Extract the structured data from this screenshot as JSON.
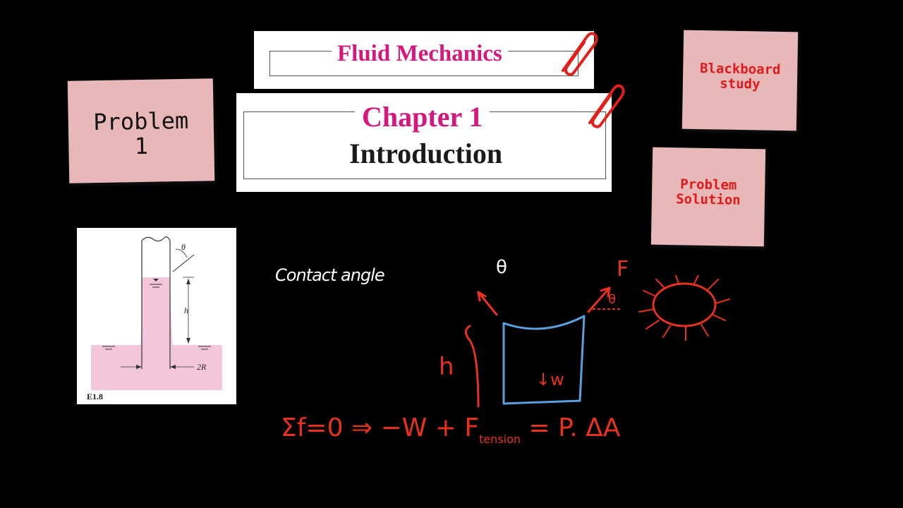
{
  "header": {
    "course_title": "Fluid Mechanics",
    "chapter_title": "Chapter 1",
    "chapter_subtitle": "Introduction"
  },
  "notes": {
    "problem": "Problem\n1",
    "blackboard": "Blackboard\nstudy",
    "solution": "Problem\nSolution"
  },
  "figure": {
    "label": "E1.8",
    "theta": "θ",
    "h": "h",
    "radius": "2R"
  },
  "board": {
    "contact_angle": "Contact angle",
    "theta": "θ",
    "force": "F",
    "force_angle": "θ",
    "height": "h",
    "weight": "↓w",
    "equation_main": "Σf=0 ⇒ −W + F",
    "equation_sub": "tension",
    "equation_rhs": "= P. ΔA"
  },
  "colors": {
    "note": "#e8b8b8",
    "accent_pink": "#d4187d",
    "ink_red": "#e8321e",
    "ink_blue": "#5aa0e0",
    "clip_red": "#e0201a"
  }
}
